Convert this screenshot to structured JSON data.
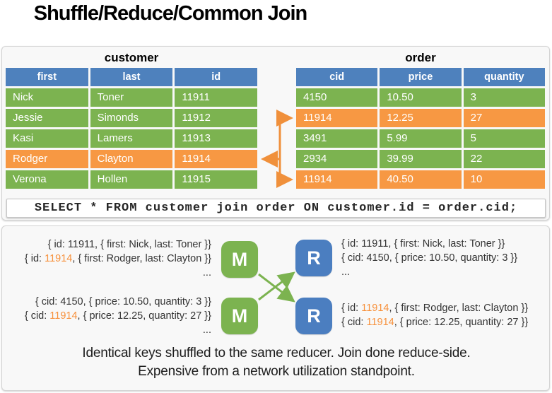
{
  "title": "Shuffle/Reduce/Common Join",
  "colors": {
    "header_blue": "#4e81bd",
    "row_green": "#7cb350",
    "row_orange": "#f79843",
    "reducer_blue": "#4b7ec0",
    "arrow_orange": "#f0903b",
    "arrow_green": "#7cb350"
  },
  "tables": {
    "customer": {
      "title": "customer",
      "headers": [
        "first",
        "last",
        "id"
      ],
      "rows": [
        {
          "cells": [
            "Nick",
            "Toner",
            "11911"
          ],
          "highlight": false
        },
        {
          "cells": [
            "Jessie",
            "Simonds",
            "11912"
          ],
          "highlight": false
        },
        {
          "cells": [
            "Kasi",
            "Lamers",
            "11913"
          ],
          "highlight": false
        },
        {
          "cells": [
            "Rodger",
            "Clayton",
            "11914"
          ],
          "highlight": true
        },
        {
          "cells": [
            "Verona",
            "Hollen",
            "11915"
          ],
          "highlight": false
        }
      ]
    },
    "order": {
      "title": "order",
      "headers": [
        "cid",
        "price",
        "quantity"
      ],
      "rows": [
        {
          "cells": [
            "4150",
            "10.50",
            "3"
          ],
          "highlight": false
        },
        {
          "cells": [
            "11914",
            "12.25",
            "27"
          ],
          "highlight": true
        },
        {
          "cells": [
            "3491",
            "5.99",
            "5"
          ],
          "highlight": false
        },
        {
          "cells": [
            "2934",
            "39.99",
            "22"
          ],
          "highlight": false
        },
        {
          "cells": [
            "11914",
            "40.50",
            "10"
          ],
          "highlight": true
        }
      ]
    }
  },
  "sql": "SELECT * FROM customer join order ON customer.id = order.cid;",
  "mapreduce": {
    "mapper_label": "M",
    "reducer_label": "R",
    "mapper1_input": [
      [
        {
          "t": "{ id: 11911, { first: Nick, last: Toner }}",
          "hl": false
        }
      ],
      [
        {
          "t": "{ id: ",
          "hl": false
        },
        {
          "t": "11914",
          "hl": true
        },
        {
          "t": ", { first: Rodger, last: Clayton }}",
          "hl": false
        }
      ],
      [
        {
          "t": "...",
          "hl": false
        }
      ]
    ],
    "mapper2_input": [
      [
        {
          "t": "{ cid: 4150, { price: 10.50, quantity: 3 }}",
          "hl": false
        }
      ],
      [
        {
          "t": "{ cid: ",
          "hl": false
        },
        {
          "t": "11914",
          "hl": true
        },
        {
          "t": ", { price: 12.25, quantity: 27 }}",
          "hl": false
        }
      ],
      [
        {
          "t": "...",
          "hl": false
        }
      ]
    ],
    "reducer1_output": [
      [
        {
          "t": "{ id: 11911, { first: Nick, last: Toner }}",
          "hl": false
        }
      ],
      [
        {
          "t": "{ cid: 4150, { price: 10.50, quantity: 3 }}",
          "hl": false
        }
      ],
      [
        {
          "t": "...",
          "hl": false
        }
      ]
    ],
    "reducer2_output": [
      [
        {
          "t": "{ id: ",
          "hl": false
        },
        {
          "t": "11914",
          "hl": true
        },
        {
          "t": ", { first: Rodger, last: Clayton }}",
          "hl": false
        }
      ],
      [
        {
          "t": "{ cid: ",
          "hl": false
        },
        {
          "t": "11914",
          "hl": true
        },
        {
          "t": ", { price: 12.25, quantity: 27 }}",
          "hl": false
        }
      ]
    ]
  },
  "caption": {
    "line1": "Identical keys shuffled to the same reducer. Join done reduce-side.",
    "line2": "Expensive from a network utilization standpoint."
  }
}
